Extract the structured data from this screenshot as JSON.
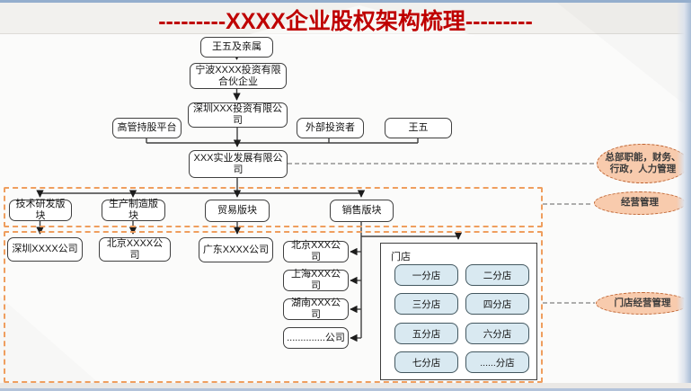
{
  "title": "---------XXXX企业股权架构梳理---------",
  "nodes": {
    "family": "王五及亲属",
    "ningbo_partnership": "宁波XXXX投资有限合伙企业",
    "shenzhen_invest": "深圳XXX投资有限公司",
    "executive_platform": "高管持股平台",
    "external_investor": "外部投资者",
    "wangwu": "王五",
    "industrial": "XXX实业发展有限公司"
  },
  "sectors": [
    "技术研发版块",
    "生产制造版块",
    "贸易版块",
    "销售版块"
  ],
  "subsidiaries": [
    "深圳XXXX公司",
    "北京XXXX公司",
    "广东XXXX公司"
  ],
  "sales_companies": [
    "北京XXX公司",
    "上海XXX公司",
    "湖南XXX公司",
    "..............公司"
  ],
  "stores_panel": {
    "label": "门店",
    "stores": [
      "一分店",
      "二分店",
      "三分店",
      "四分店",
      "五分店",
      "六分店",
      "七分店",
      "......分店"
    ]
  },
  "annotations": {
    "hq": "总部职能，财务、行政，人力管理",
    "operation": "经营管理",
    "store_operation": "门店经营管理"
  },
  "colors": {
    "title_red": "#bf0000",
    "zone_dash_orange": "#ef9e5e",
    "oval_fill": "#f8cbad",
    "oval_border": "#bf6330",
    "store_fill": "#d9e9f1",
    "node_border": "#3f3f3f",
    "window_bar_blue": "#94aecd"
  }
}
